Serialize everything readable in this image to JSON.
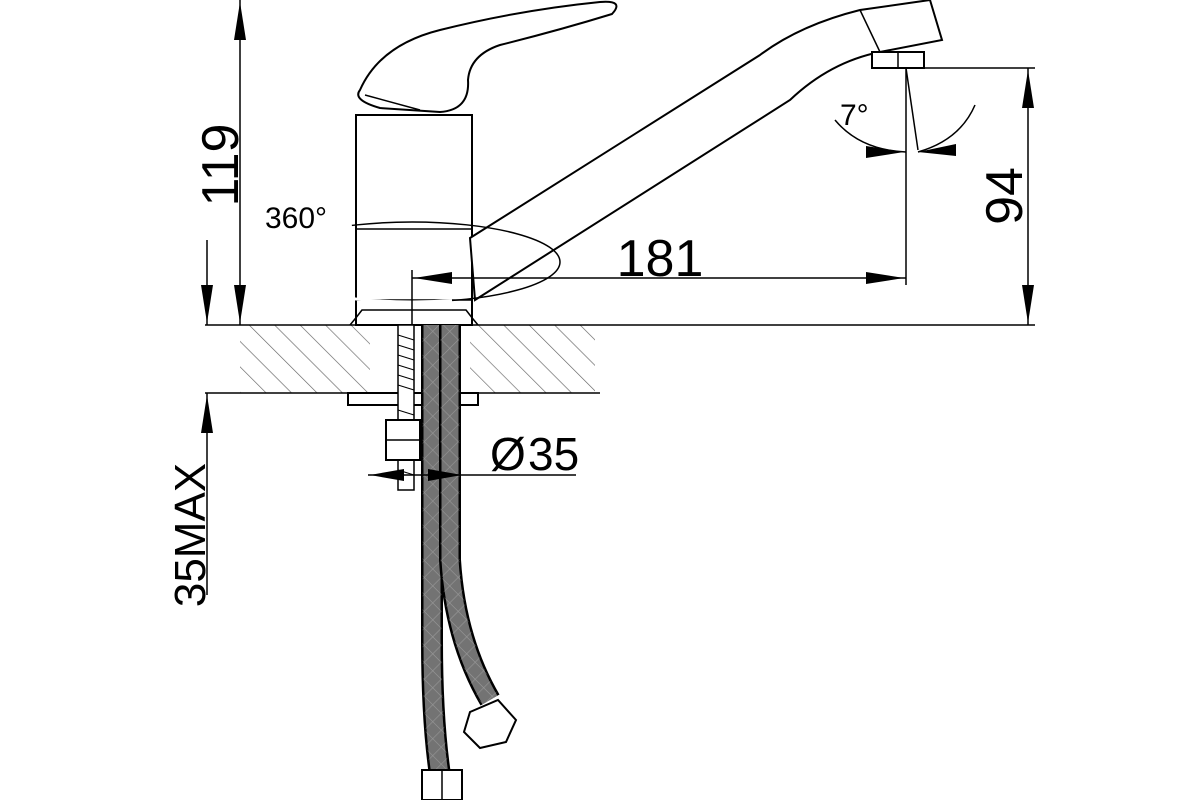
{
  "dimensions": {
    "height_total": "119",
    "spout_height": "94",
    "spout_reach": "181",
    "rotation": "360°",
    "aerator_angle": "7°",
    "hole_diameter": "35",
    "counter_thickness": "35MAX"
  },
  "symbols": {
    "diameter": "Ø"
  }
}
